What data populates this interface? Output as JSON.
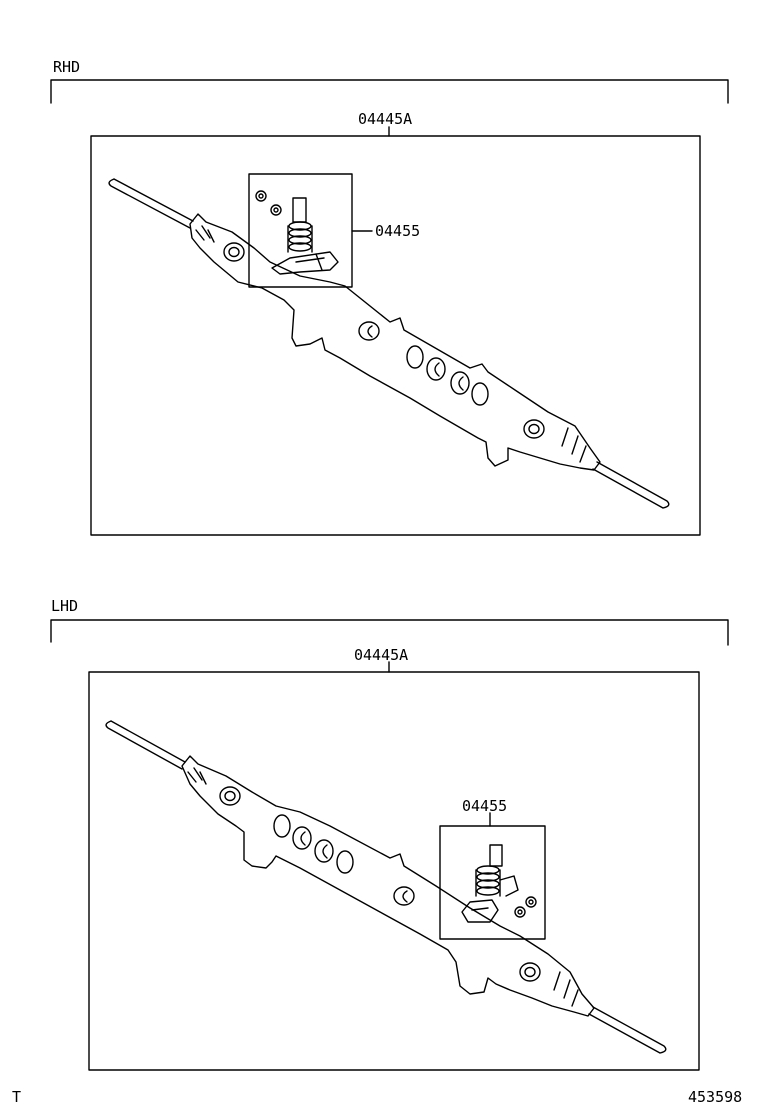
{
  "sections": [
    {
      "variant": "RHD",
      "assembly_part": "04445A",
      "kit_part": "04455"
    },
    {
      "variant": "LHD",
      "assembly_part": "04445A",
      "kit_part": "04455"
    }
  ],
  "footer": {
    "left_code": "T",
    "figure_number": "453598"
  }
}
